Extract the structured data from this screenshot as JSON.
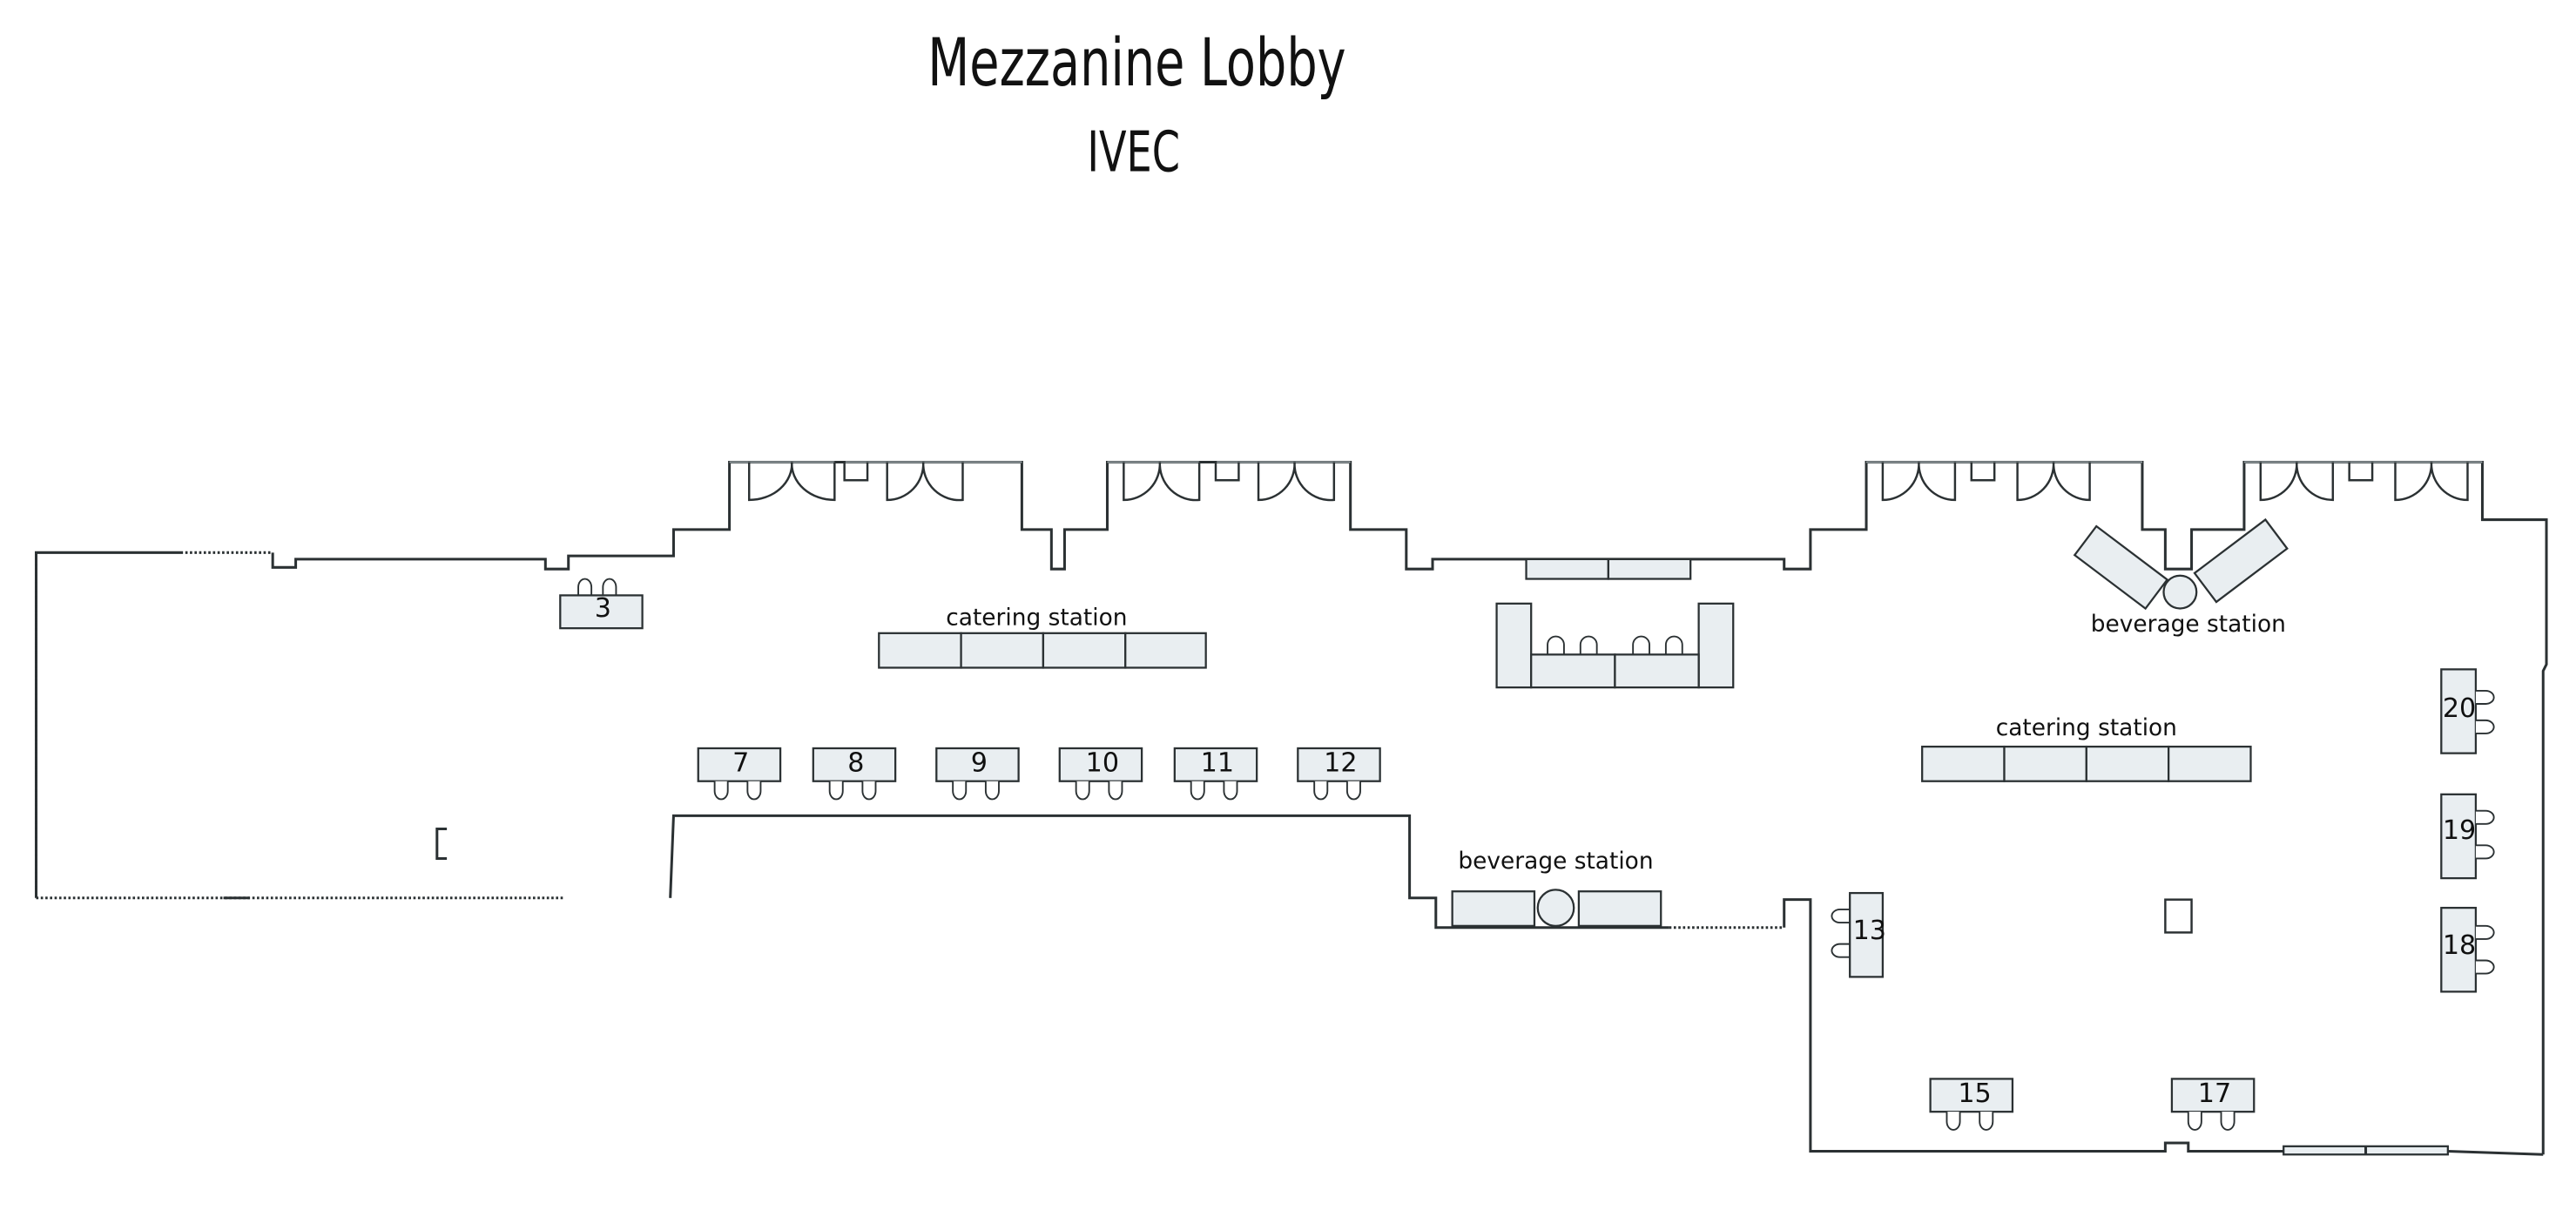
{
  "header": {
    "title": "Mezzanine Lobby",
    "subtitle": "IVEC"
  },
  "colors": {
    "wall": "#2b3133",
    "table_fill": "#e9eef1",
    "background": "#ffffff",
    "text": "#111111"
  },
  "stations": [
    {
      "id": "catering-station-1",
      "label": "catering station",
      "type": "catering"
    },
    {
      "id": "catering-station-2",
      "label": "catering station",
      "type": "catering"
    },
    {
      "id": "beverage-station-1",
      "label": "beverage station",
      "type": "beverage"
    },
    {
      "id": "beverage-station-2",
      "label": "beverage station",
      "type": "beverage"
    }
  ],
  "tables": [
    {
      "number": "3"
    },
    {
      "number": "7"
    },
    {
      "number": "8"
    },
    {
      "number": "9"
    },
    {
      "number": "10"
    },
    {
      "number": "11"
    },
    {
      "number": "12"
    },
    {
      "number": "13"
    },
    {
      "number": "15"
    },
    {
      "number": "17"
    },
    {
      "number": "18"
    },
    {
      "number": "19"
    },
    {
      "number": "20"
    }
  ]
}
